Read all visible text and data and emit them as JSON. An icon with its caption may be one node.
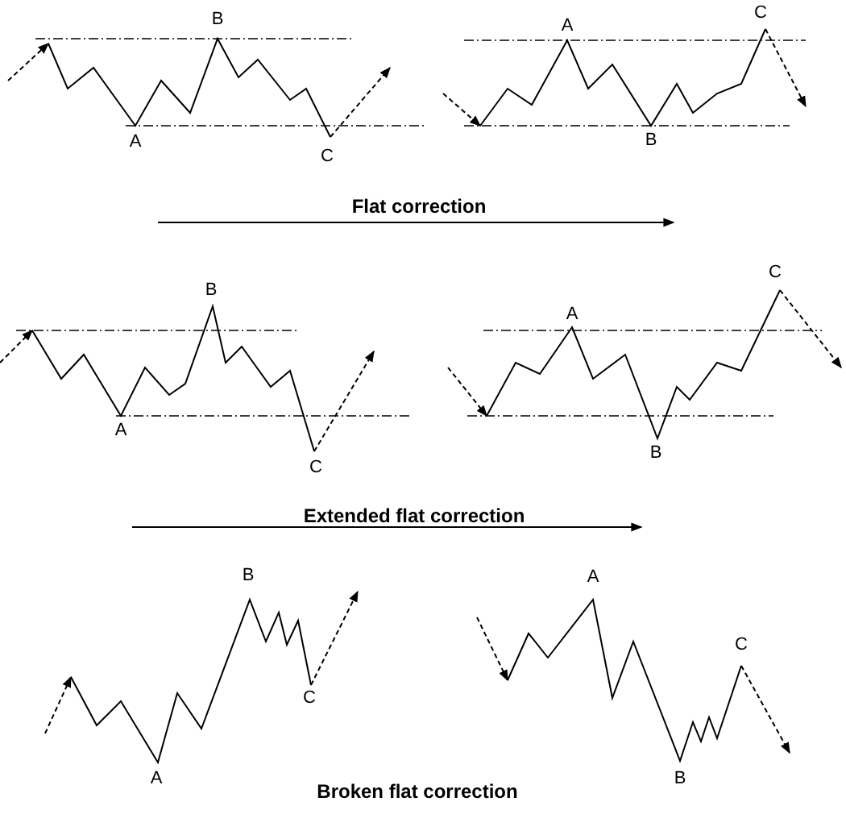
{
  "diagram": {
    "labels": [
      "B",
      "A",
      "C",
      "A",
      "C",
      "B",
      "Flat correction",
      "B",
      "A",
      "C",
      "A",
      "C",
      "B",
      "Extended flat correction",
      "B",
      "A",
      "C",
      "C",
      "A",
      "B",
      "Broken flat correction"
    ]
  }
}
